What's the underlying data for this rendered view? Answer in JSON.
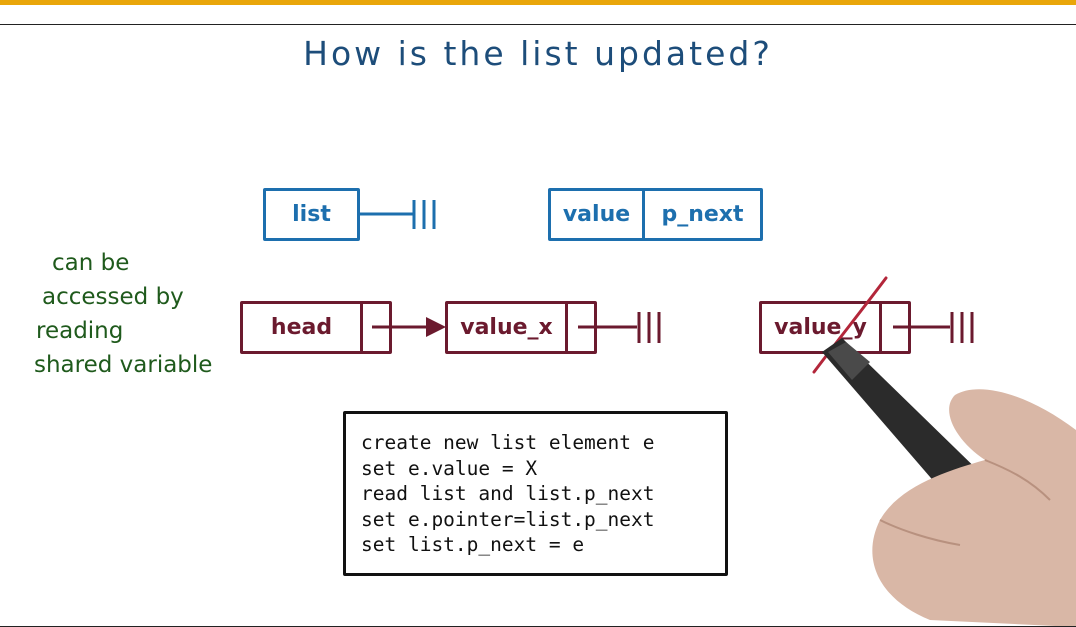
{
  "title": "How is the list updated?",
  "colors": {
    "accent_bar": "#e9a60a",
    "blue": "#1d6fae",
    "maroon": "#6b1a2e",
    "green": "#1f5a1c",
    "dark": "#111111"
  },
  "legend_nodes": {
    "list_label": "list",
    "value_label": "value",
    "pnext_label": "p_next"
  },
  "list_nodes": {
    "head_label": "head",
    "value_x_label": "value_x",
    "value_y_label": "value_y"
  },
  "note_lines": [
    "can be",
    "accessed by",
    "reading",
    "shared variable"
  ],
  "code_lines": [
    "create new list element e",
    "set e.value = X",
    "read list and list.p_next",
    "set e.pointer=list.p_next",
    "set list.p_next = e"
  ],
  "icons": [
    "null-terminator-icon",
    "arrow-icon",
    "strike-through-mark",
    "hand-with-marker"
  ]
}
